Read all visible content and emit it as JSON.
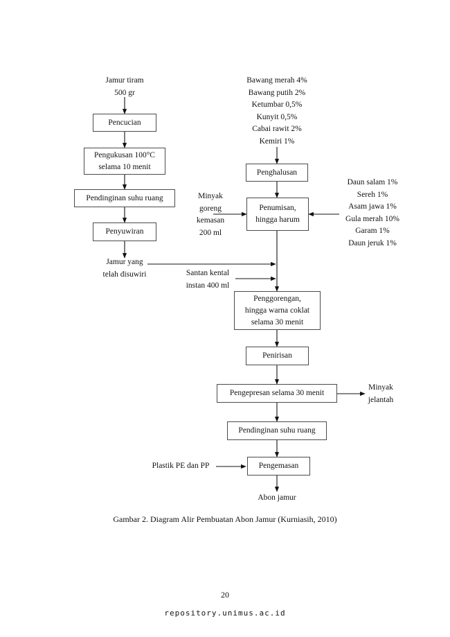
{
  "diagram": {
    "left_inputs": [
      "Jamur tiram",
      "500 gr"
    ],
    "spice_inputs": [
      "Bawang merah 4%",
      "Bawang putih 2%",
      "Ketumbar 0,5%",
      "Kunyit 0,5%",
      "Cabai rawit 2%",
      "Kemiri 1%"
    ],
    "oil_input": [
      "Minyak",
      "goreng",
      "kemasan",
      "200 ml"
    ],
    "herb_inputs": [
      "Daun salam 1%",
      "Sereh 1%",
      "Asam jawa 1%",
      "Gula merah 10%",
      "Garam 1%",
      "Daun jeruk 1%"
    ],
    "steps": {
      "pencucian": [
        "Pencucian"
      ],
      "pengukusan": [
        "Pengukusan 100°C",
        "selama 10 menit"
      ],
      "pendinginan_1": [
        "Pendinginan suhu ruang"
      ],
      "penyuwiran": [
        "Penyuwiran"
      ],
      "penghalusan": [
        "Penghalusan"
      ],
      "penumisan": [
        "Penumisan,",
        "hingga harum"
      ],
      "penggorengan": [
        "Penggorengan,",
        "hingga warna coklat",
        "selama 30 menit"
      ],
      "penirisan": [
        "Penirisan"
      ],
      "pengepresan": [
        "Pengepresan selama 30 menit"
      ],
      "pendinginan_2": [
        "Pendinginan suhu ruang"
      ],
      "pengemasan": [
        "Pengemasan"
      ]
    },
    "jamur_suwir": [
      "Jamur yang",
      "telah disuwiri"
    ],
    "santan": [
      "Santan kental",
      "instan 400 ml"
    ],
    "minyak_jelantah": [
      "Minyak",
      "jelantah"
    ],
    "plastik": [
      "Plastik PE dan PP"
    ],
    "output": [
      "Abon jamur"
    ]
  },
  "caption": "Gambar 2. Diagram Alir Pembuatan Abon Jamur (Kurniasih, 2010)",
  "page_number": "20",
  "footer": "repository.unimus.ac.id",
  "colors": {
    "line": "#111111",
    "box_border": "#4a4a4a"
  }
}
